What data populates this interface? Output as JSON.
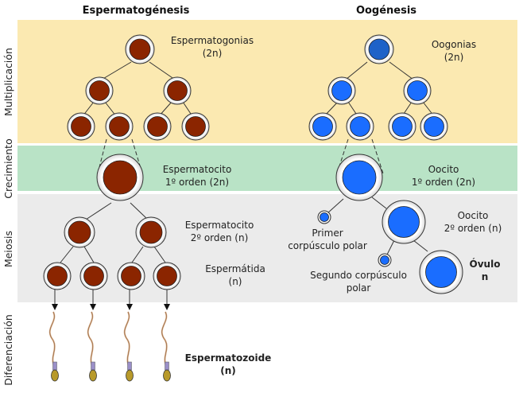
{
  "titles": {
    "left": "Espermatogénesis",
    "right": "Oogénesis"
  },
  "phases": {
    "multiplication": "Multiplicación",
    "growth": "Crecimiento",
    "meiosis": "Meiosis",
    "differentiation": "Diferenciación"
  },
  "labels": {
    "spermatogonia": {
      "line1": "Espermatogonias",
      "line2": "(2n)"
    },
    "oogonia": {
      "line1": "Oogonias",
      "line2": "(2n)"
    },
    "spermatocyte1": {
      "line1": "Espermatocito",
      "line2": "1º orden (2n)"
    },
    "oocyte1": {
      "line1": "Oocito",
      "line2": "1º orden (2n)"
    },
    "spermatocyte2": {
      "line1": "Espermatocito",
      "line2": "2º orden (n)"
    },
    "oocyte2": {
      "line1": "Oocito",
      "line2": "2º orden (n)"
    },
    "spermatid": {
      "line1": "Espermátida",
      "line2": "(n)"
    },
    "first_polar": {
      "line1": "Primer",
      "line2": "corpúsculo polar"
    },
    "second_polar": {
      "line1": "Segundo corpúsculo",
      "line2": "polar"
    },
    "ovum": {
      "line1": "Óvulo",
      "line2": "n"
    },
    "spermatozoon": {
      "line1": "Espermatozoide",
      "line2": "(n)"
    }
  },
  "colors": {
    "multiplication_band": "#fbe9b1",
    "growth_band": "#b9e3c6",
    "meiosis_band": "#ebebeb",
    "male_cell": "#8b2500",
    "female_cell": "#1a6dff",
    "oogonia_cell": "#1e62c8"
  }
}
